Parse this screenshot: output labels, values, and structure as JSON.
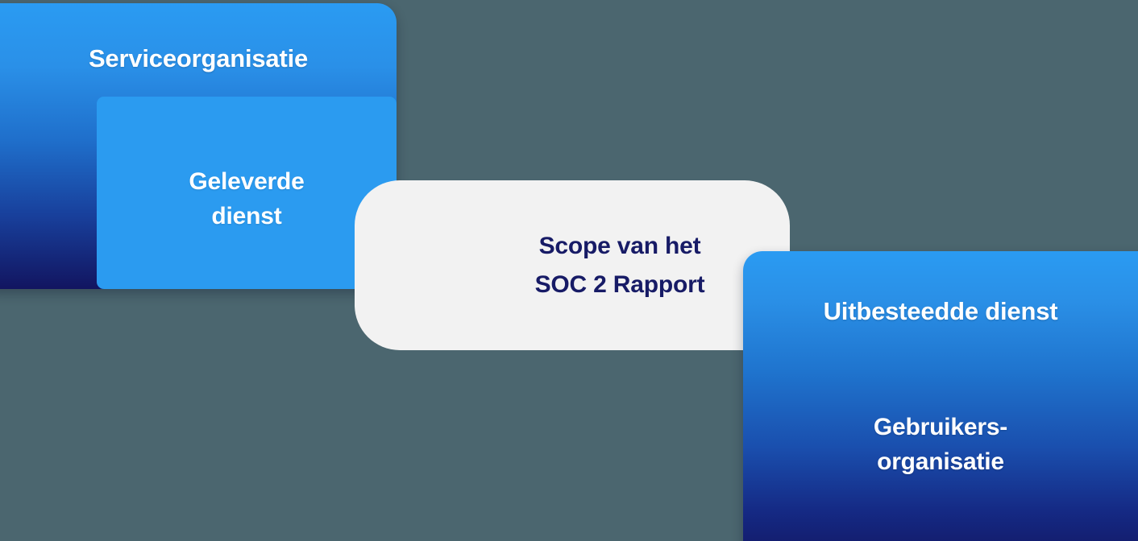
{
  "diagram": {
    "background_color": "#4b666f",
    "service_organisation": {
      "title": "Serviceorganisatie",
      "gradient_from": "#2a9bf2",
      "gradient_to": "#121560",
      "text_color": "#ffffff"
    },
    "delivered_service": {
      "label": "Geleverde\ndienst",
      "fill_color": "#2b9bf0",
      "text_color": "#ffffff"
    },
    "scope": {
      "label": "Scope van het\nSOC 2 Rapport",
      "fill_color": "#f2f2f2",
      "text_color": "#171b66"
    },
    "user_organisation": {
      "title": "Uitbesteedde dienst",
      "subtitle": "Gebruikers-\norganisatie",
      "gradient_from": "#2a9bf2",
      "gradient_to": "#121560",
      "text_color": "#ffffff"
    }
  }
}
